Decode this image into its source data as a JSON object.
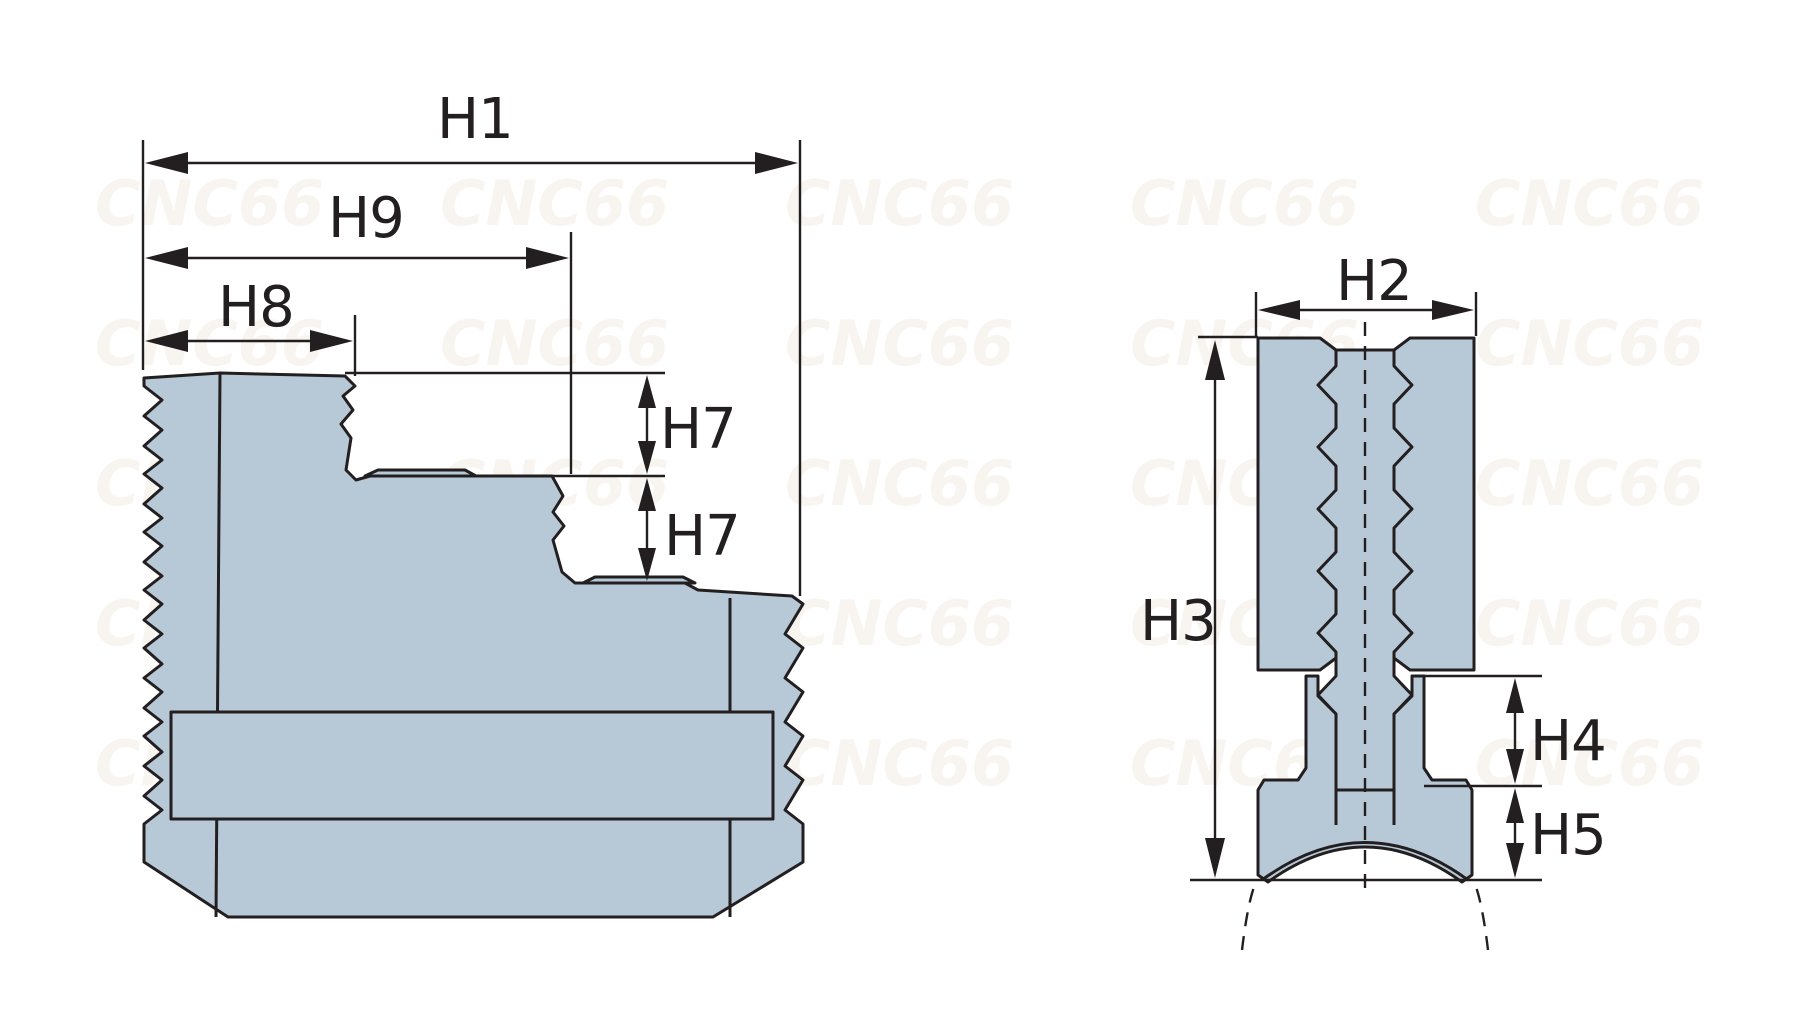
{
  "watermark": {
    "text": "CNC66"
  },
  "dimensions": {
    "h1": "H1",
    "h9": "H9",
    "h8": "H8",
    "h7_top": "H7",
    "h7_bottom": "H7",
    "h2": "H2",
    "h3": "H3",
    "h4": "H4",
    "h5": "H5"
  },
  "colors": {
    "part_fill": "#b7c9d7",
    "outline": "#231f20",
    "background": "#ffffff"
  }
}
